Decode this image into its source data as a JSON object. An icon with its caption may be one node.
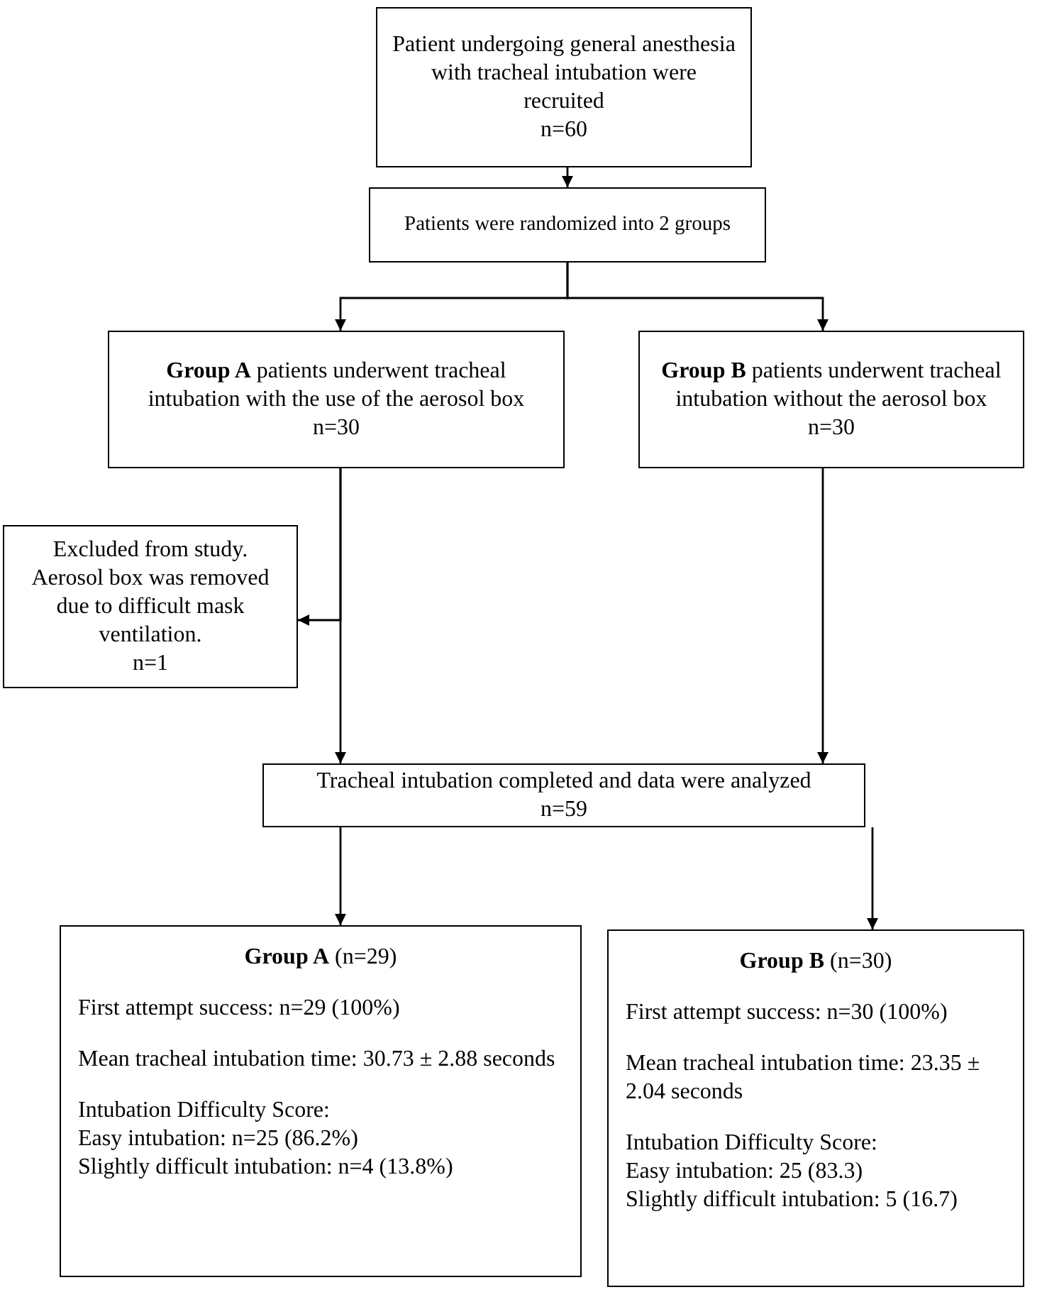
{
  "diagram": {
    "nodes": [
      {
        "text": [
          "Patient undergoing general anesthesia with tracheal intubation were recruited",
          "n=60"
        ]
      },
      {
        "text": [
          "Patients were randomized into 2 groups"
        ]
      },
      {
        "text": [
          "**Group A** patients underwent tracheal intubation with the use of the aerosol box",
          "n=30"
        ]
      },
      {
        "text": [
          "**Group B** patients underwent tracheal intubation without the aerosol box",
          "n=30"
        ]
      },
      {
        "text": [
          "Excluded from study. Aerosol box was removed due to difficult mask ventilation.",
          "n=1"
        ]
      },
      {
        "text": [
          "Tracheal intubation completed and data were analyzed",
          "n=59"
        ]
      },
      {
        "text": [
          "**Group A** (n=29)",
          "First attempt success: n=29 (100%)",
          "Mean tracheal intubation time: 30.73 ± 2.88 seconds",
          "Intubation Difficulty Score:",
          "Easy intubation: n=25 (86.2%)",
          "Slightly difficult intubation: n=4 (13.8%)"
        ]
      },
      {
        "text": [
          "**Group B** (n=30)",
          "First attempt success: n=30 (100%)",
          "Mean tracheal intubation time: 23.35 ± 2.04 seconds",
          "Intubation Difficulty Score:",
          "Easy intubation: 25 (83.3)",
          "Slightly difficult intubation: 5 (16.7)"
        ]
      }
    ],
    "edges": [
      {
        "from": 0,
        "to": 1,
        "arrow": "to"
      },
      {
        "from": 1,
        "to": 2,
        "arrow": "to"
      },
      {
        "from": 1,
        "to": 3,
        "arrow": "to"
      },
      {
        "from": 2,
        "to": 4,
        "arrow": "to"
      },
      {
        "from": 2,
        "to": 5,
        "arrow": "to"
      },
      {
        "from": 3,
        "to": 5,
        "arrow": "to"
      },
      {
        "from": 5,
        "to": 6,
        "arrow": "to"
      },
      {
        "from": 5,
        "to": 7,
        "arrow": "to"
      }
    ]
  }
}
